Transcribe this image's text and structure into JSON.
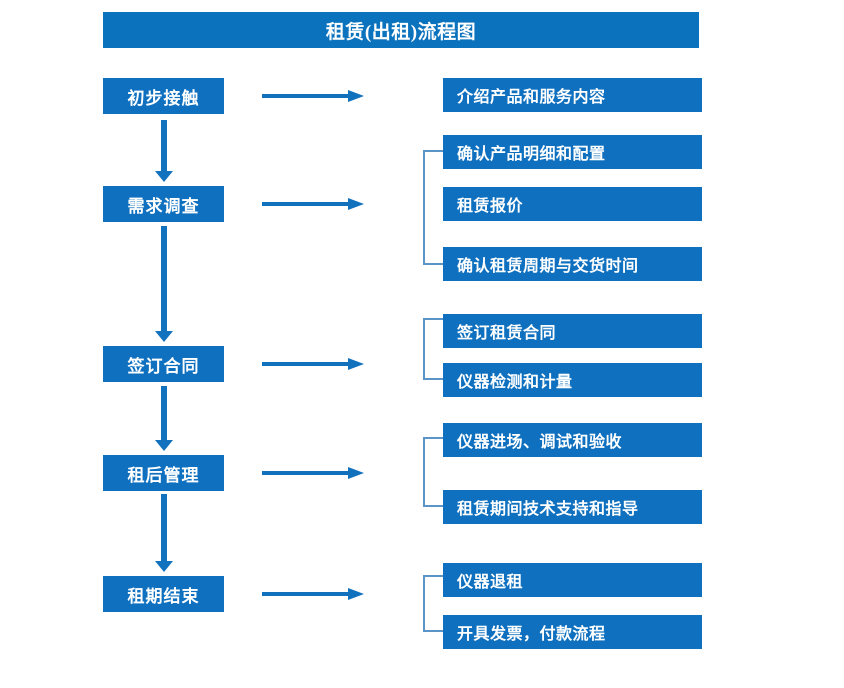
{
  "diagram": {
    "title": "租赁(出租)流程图",
    "colors": {
      "title_bar": "#0b72bd",
      "box": "#0f70bf",
      "arrow": "#1271bd",
      "bracket": "#5a94c8",
      "text": "#ffffff",
      "background": "#ffffff"
    },
    "stages": [
      {
        "label": "初步接触"
      },
      {
        "label": "需求调查"
      },
      {
        "label": "签订合同"
      },
      {
        "label": "租后管理"
      },
      {
        "label": "租期结束"
      }
    ],
    "details": [
      {
        "label": "介绍产品和服务内容"
      },
      {
        "label": "确认产品明细和配置"
      },
      {
        "label": "租赁报价"
      },
      {
        "label": "确认租赁周期与交货时间"
      },
      {
        "label": "签订租赁合同"
      },
      {
        "label": "仪器检测和计量"
      },
      {
        "label": "仪器进场、调试和验收"
      },
      {
        "label": "租赁期间技术支持和指导"
      },
      {
        "label": "仪器退租"
      },
      {
        "label": "开具发票，付款流程"
      }
    ]
  }
}
